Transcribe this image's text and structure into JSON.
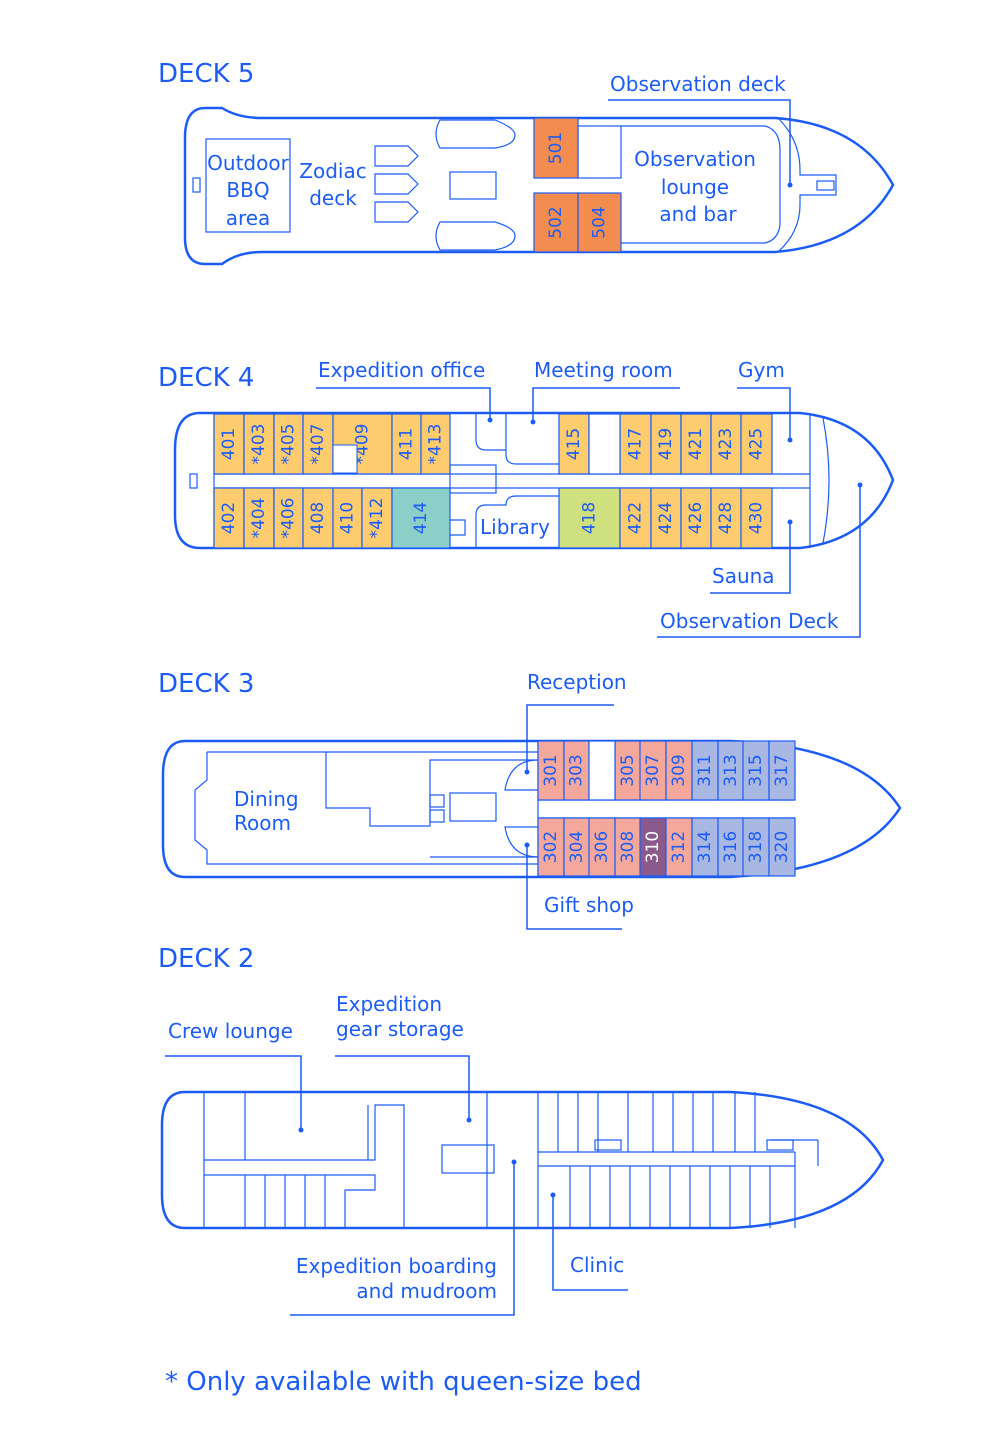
{
  "colors": {
    "line": "#1c5cf5",
    "orange": "#f28c4f",
    "yellow": "#fccc6e",
    "teal": "#8ccfc9",
    "lime": "#cfe07f",
    "pink": "#f4a89c",
    "lavender": "#a8b8e3",
    "purple": "#8a5a8c"
  },
  "deck5": {
    "title": "DECK 5",
    "labels": {
      "observation_deck": "Observation deck",
      "bbq1": "Outdoor",
      "bbq2": "BBQ",
      "bbq3": "area",
      "zodiac1": "Zodiac",
      "zodiac2": "deck",
      "lounge1": "Observation",
      "lounge2": "lounge",
      "lounge3": "and bar"
    },
    "cabins": [
      {
        "no": "501",
        "cat": "orange"
      },
      {
        "no": "502",
        "cat": "orange"
      },
      {
        "no": "504",
        "cat": "orange"
      }
    ]
  },
  "deck4": {
    "title": "DECK 4",
    "labels": {
      "expedition_office": "Expedition office",
      "meeting_room": "Meeting room",
      "gym": "Gym",
      "library": "Library",
      "sauna": "Sauna",
      "observation_deck": "Observation Deck"
    },
    "cabins": [
      {
        "no": "401",
        "cat": "yellow"
      },
      {
        "no": "*403",
        "cat": "yellow"
      },
      {
        "no": "*405",
        "cat": "yellow"
      },
      {
        "no": "*407",
        "cat": "yellow"
      },
      {
        "no": "*409",
        "cat": "yellow"
      },
      {
        "no": "411",
        "cat": "yellow"
      },
      {
        "no": "*413",
        "cat": "yellow"
      },
      {
        "no": "402",
        "cat": "yellow"
      },
      {
        "no": "*404",
        "cat": "yellow"
      },
      {
        "no": "*406",
        "cat": "yellow"
      },
      {
        "no": "408",
        "cat": "yellow"
      },
      {
        "no": "410",
        "cat": "yellow"
      },
      {
        "no": "*412",
        "cat": "yellow"
      },
      {
        "no": "414",
        "cat": "teal"
      },
      {
        "no": "415",
        "cat": "yellow"
      },
      {
        "no": "417",
        "cat": "yellow"
      },
      {
        "no": "419",
        "cat": "yellow"
      },
      {
        "no": "421",
        "cat": "yellow"
      },
      {
        "no": "423",
        "cat": "yellow"
      },
      {
        "no": "425",
        "cat": "yellow"
      },
      {
        "no": "418",
        "cat": "lime"
      },
      {
        "no": "422",
        "cat": "yellow"
      },
      {
        "no": "424",
        "cat": "yellow"
      },
      {
        "no": "426",
        "cat": "yellow"
      },
      {
        "no": "428",
        "cat": "yellow"
      },
      {
        "no": "430",
        "cat": "yellow"
      }
    ]
  },
  "deck3": {
    "title": "DECK 3",
    "labels": {
      "reception": "Reception",
      "gift_shop": "Gift shop",
      "dining1": "Dining",
      "dining2": "Room"
    },
    "cabins": [
      {
        "no": "301",
        "cat": "pink"
      },
      {
        "no": "303",
        "cat": "pink"
      },
      {
        "no": "305",
        "cat": "pink"
      },
      {
        "no": "307",
        "cat": "pink"
      },
      {
        "no": "309",
        "cat": "pink"
      },
      {
        "no": "311",
        "cat": "lavender"
      },
      {
        "no": "313",
        "cat": "lavender"
      },
      {
        "no": "315",
        "cat": "lavender"
      },
      {
        "no": "317",
        "cat": "lavender"
      },
      {
        "no": "302",
        "cat": "pink"
      },
      {
        "no": "304",
        "cat": "pink"
      },
      {
        "no": "306",
        "cat": "pink"
      },
      {
        "no": "308",
        "cat": "pink"
      },
      {
        "no": "310",
        "cat": "purple"
      },
      {
        "no": "312",
        "cat": "pink"
      },
      {
        "no": "314",
        "cat": "lavender"
      },
      {
        "no": "316",
        "cat": "lavender"
      },
      {
        "no": "318",
        "cat": "lavender"
      },
      {
        "no": "320",
        "cat": "lavender"
      }
    ]
  },
  "deck2": {
    "title": "DECK 2",
    "labels": {
      "crew_lounge": "Crew lounge",
      "gear1": "Expedition",
      "gear2": "gear storage",
      "boarding1": "Expedition boarding",
      "boarding2": "and mudroom",
      "clinic": "Clinic"
    }
  },
  "footnote": "* Only available with queen-size bed"
}
